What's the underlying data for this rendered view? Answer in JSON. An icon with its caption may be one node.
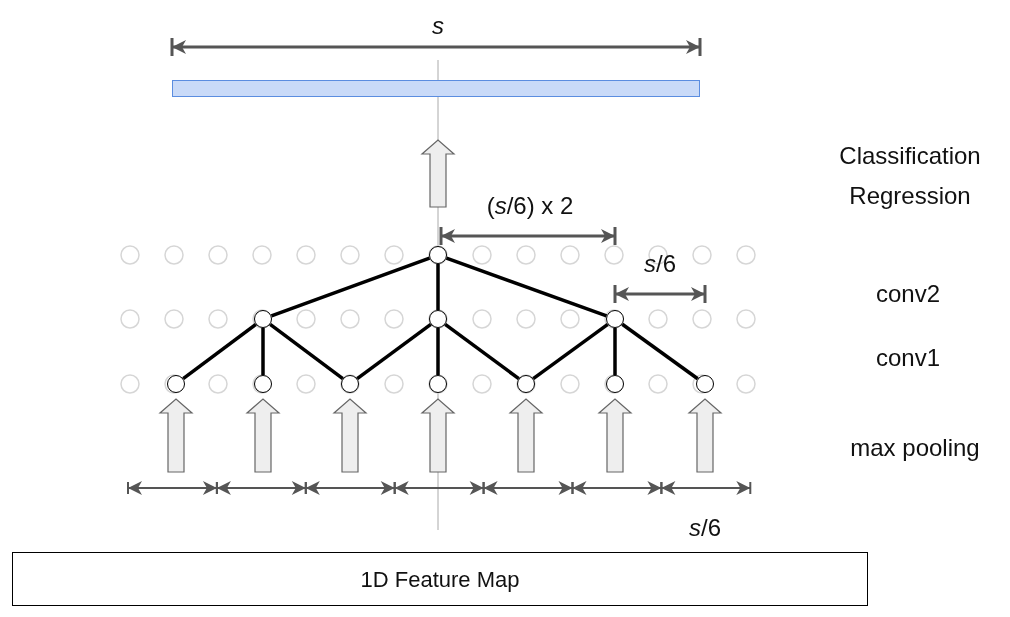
{
  "diagram": {
    "nodes": [
      {
        "text": [],
        "shape": "bar"
      },
      {
        "text": [],
        "shape": "circle"
      },
      {
        "text": [],
        "shape": "circle"
      },
      {
        "text": [],
        "shape": "circle"
      },
      {
        "text": [],
        "shape": "circle"
      },
      {
        "text": [],
        "shape": "circle"
      },
      {
        "text": [],
        "shape": "circle"
      },
      {
        "text": [],
        "shape": "circle"
      },
      {
        "text": [],
        "shape": "circle"
      },
      {
        "text": [],
        "shape": "circle"
      },
      {
        "text": [],
        "shape": "circle"
      },
      {
        "text": [],
        "shape": "circle"
      },
      {
        "text": [
          "1D Feature Map"
        ]
      }
    ],
    "edges": [
      {
        "from": 1,
        "to": 0,
        "arrow": "to"
      },
      {
        "from": 1,
        "to": 2,
        "arrow": "none"
      },
      {
        "from": 1,
        "to": 3,
        "arrow": "none"
      },
      {
        "from": 1,
        "to": 4,
        "arrow": "none"
      },
      {
        "from": 2,
        "to": 5,
        "arrow": "none"
      },
      {
        "from": 2,
        "to": 6,
        "arrow": "none"
      },
      {
        "from": 2,
        "to": 7,
        "arrow": "none"
      },
      {
        "from": 3,
        "to": 7,
        "arrow": "none"
      },
      {
        "from": 3,
        "to": 8,
        "arrow": "none"
      },
      {
        "from": 3,
        "to": 9,
        "arrow": "none"
      },
      {
        "from": 4,
        "to": 9,
        "arrow": "none"
      },
      {
        "from": 4,
        "to": 10,
        "arrow": "none"
      },
      {
        "from": 4,
        "to": 11,
        "arrow": "none"
      },
      {
        "from": null,
        "to": 5,
        "arrow": "to"
      },
      {
        "from": null,
        "to": 6,
        "arrow": "to"
      },
      {
        "from": null,
        "to": 7,
        "arrow": "to"
      },
      {
        "from": null,
        "to": 8,
        "arrow": "to"
      },
      {
        "from": null,
        "to": 9,
        "arrow": "to"
      },
      {
        "from": null,
        "to": 10,
        "arrow": "to"
      },
      {
        "from": null,
        "to": 11,
        "arrow": "to"
      }
    ],
    "labels": [
      "s",
      "(*s*/6) x 2",
      "*s*/6",
      "*s*/6",
      "Classification Regression",
      "conv2",
      "conv1",
      "max pooling"
    ]
  }
}
